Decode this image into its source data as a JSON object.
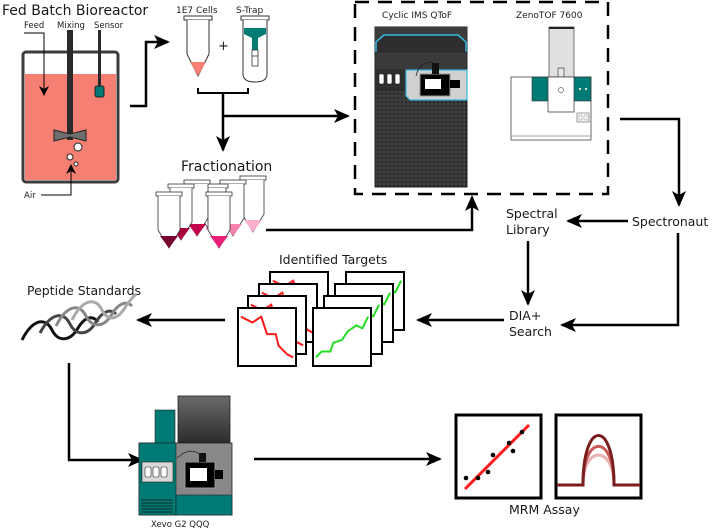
{
  "labels": {
    "bioreactor_title": "Fed Batch Bioreactor",
    "feed": "Feed",
    "mixing": "Mixing",
    "sensor": "Sensor",
    "air": "Air",
    "cells": "1E7 Cells",
    "plus": "+",
    "strap": "S-Trap",
    "fractionation": "Fractionation",
    "cyclic_ims": "Cyclic IMS QToF",
    "zenotof": "ZenoTOF 7600",
    "spectral_line1": "Spectral",
    "spectral_line2": "Library",
    "spectronaut": "Spectronaut",
    "dia_line1": "DIA+",
    "dia_line2": "Search",
    "identified_targets": "Identified Targets",
    "peptide_standards": "Peptide Standards",
    "xevo": "Xevo G2 QQQ",
    "mrm_assay": "MRM Assay"
  },
  "colors": {
    "media": "#f47f72",
    "teal": "#007a74",
    "cyan": "#35b8e0",
    "dark_gray": "#3c3c3c",
    "red_trace": "#ff1a1a",
    "green_trace": "#22dd22",
    "peak_dark": "#7a1d1d",
    "peak_mid": "#c85a5a",
    "peak_light": "#eab1b1"
  },
  "fraction_colors": [
    "#7a0030",
    "#a8003e",
    "#c4004a",
    "#e8207a",
    "#f04590",
    "#f680b0",
    "#f8b0cc"
  ]
}
